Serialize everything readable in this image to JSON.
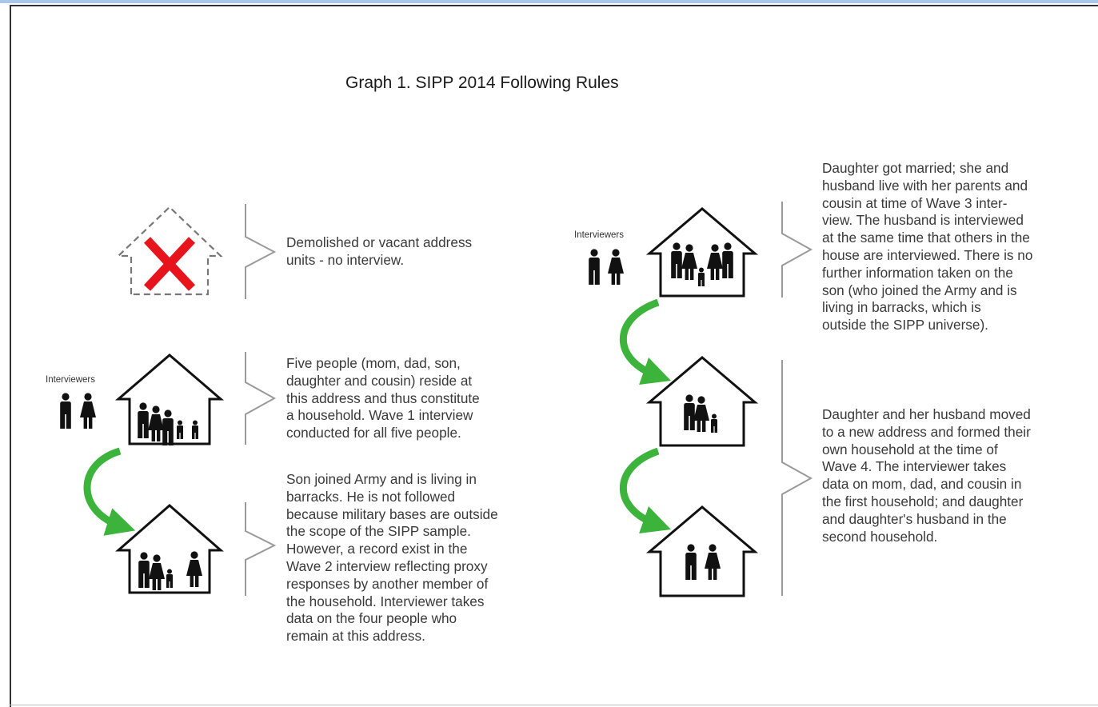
{
  "title": "Graph 1. SIPP 2014 Following Rules",
  "interviewers_label": "Interviewers",
  "steps": [
    {
      "text": "Demolished or vacant address\nunits - no interview."
    },
    {
      "text": "Five people (mom, dad, son,\ndaughter and cousin) reside at\nthis address and thus constitute\na household. Wave 1 interview\nconducted for all five people."
    },
    {
      "text": "Son joined Army and is living in\nbarracks. He is not followed\nbecause military bases are outside\nthe scope of the SIPP sample.\nHowever, a record exist in the\nWave 2 interview reflecting proxy\nresponses by another member of\nthe  household. Interviewer takes\ndata on the four people who\nremain at this address."
    },
    {
      "text": "Daughter got married; she and\nhusband live with her parents and\ncousin at time of Wave 3 inter-\nview. The husband is interviewed\nat the same time that others in the\nhouse are interviewed. There is no\nfurther information taken on the\nson (who joined the Army and is\nliving in barracks, which is\noutside the SIPP universe)."
    },
    {
      "text": "Daughter and her husband moved\nto a new address and formed their\nown household at the time of\nWave 4. The interviewer takes\ndata on mom, dad, and cousin in\nthe first household; and daughter\nand daughter's husband in the\nsecond household."
    }
  ],
  "colors": {
    "cross": "#e8141c",
    "arrow": "#3cb43c",
    "house": "#111111",
    "brace": "#9a9a9a"
  }
}
